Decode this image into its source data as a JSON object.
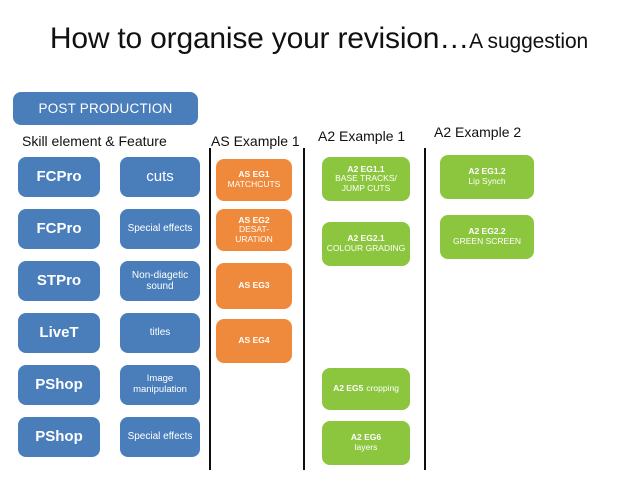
{
  "title": {
    "main": "How to organise your revision…",
    "sub": "A suggestion"
  },
  "banner": {
    "label": "POST PRODUCTION"
  },
  "colors": {
    "blue": "#4a7ebb",
    "orange": "#ef8a3d",
    "green": "#8cc63e",
    "divider": "#0d0d0d",
    "text": "#111111",
    "box_text": "#ffffff",
    "background": "#ffffff"
  },
  "headers": [
    {
      "id": "skill",
      "label": "Skill element & Feature"
    },
    {
      "id": "as1",
      "label": "AS Example 1"
    },
    {
      "id": "a2e1",
      "label": "A2 Example 1"
    },
    {
      "id": "a2e2",
      "label": "A2 Example 2"
    }
  ],
  "columns": {
    "skill_element": [
      {
        "title": "FCPro"
      },
      {
        "title": "FCPro"
      },
      {
        "title": "STPro"
      },
      {
        "title": "LiveT"
      },
      {
        "title": "PShop"
      },
      {
        "title": "PShop"
      }
    ],
    "feature": [
      {
        "title": "cuts"
      },
      {
        "title": "Special effects"
      },
      {
        "title": "Non-diagetic",
        "line2": "sound"
      },
      {
        "title": "titles"
      },
      {
        "title": "Image",
        "line2": "manipulation"
      },
      {
        "title": "Special effects"
      }
    ],
    "as_example_1": [
      {
        "title": "AS EG1",
        "line2": "MATCHCUTS"
      },
      {
        "title": "AS EG2",
        "line2": "DESAT-",
        "line3": "URATION"
      },
      {
        "title": "AS EG3"
      },
      {
        "title": "AS EG4"
      }
    ],
    "a2_example_1": [
      {
        "title": "A2 EG1.1",
        "line2": "BASE TRACKS/",
        "line3": "JUMP CUTS"
      },
      {
        "title": "A2 EG2.1",
        "line2": "COLOUR GRADING"
      },
      {
        "title": "A2 EG5",
        "inline": "cropping"
      },
      {
        "title": "A2 EG6",
        "line2": "layers"
      }
    ],
    "a2_example_2": [
      {
        "title": "A2 EG1.2",
        "line2": "Lip Synch"
      },
      {
        "title": "A2 EG2.2",
        "line2": "GREEN SCREEN"
      }
    ]
  }
}
